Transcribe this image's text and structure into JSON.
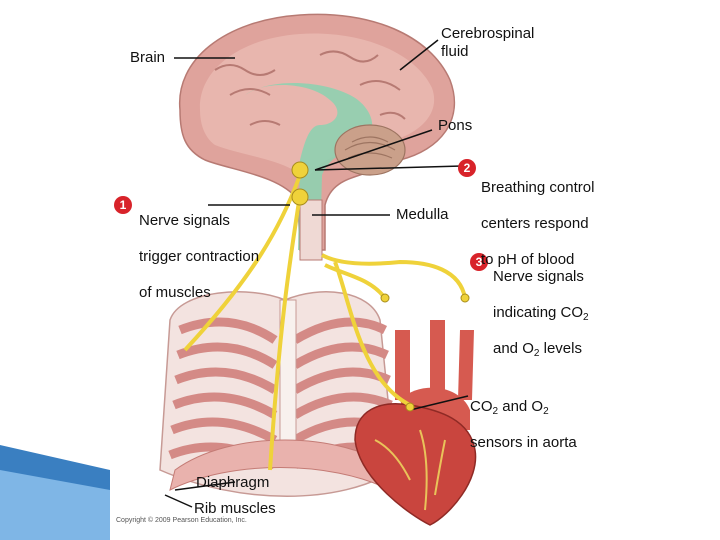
{
  "labels": {
    "brain": "Brain",
    "csf": "Cerebrospinal\nfluid",
    "pons": "Pons",
    "medulla": "Medulla",
    "diaphragm": "Diaphragm",
    "rib_muscles": "Rib muscles"
  },
  "steps": [
    {
      "number": "1",
      "lines": [
        "Nerve signals",
        "trigger contraction",
        "of muscles"
      ]
    },
    {
      "number": "2",
      "lines": [
        "Breathing control",
        "centers respond",
        "to pH of blood"
      ]
    },
    {
      "number": "3",
      "text_1": "Nerve signals",
      "text_2": "indicating CO",
      "sub_1": "2",
      "text_3": "and O",
      "sub_2": "2",
      "text_4": " levels"
    }
  ],
  "sensors": {
    "text_1": "CO",
    "sub_1": "2",
    "text_2": " and O",
    "sub_2": "2",
    "text_3": "sensors in aorta"
  },
  "copyright": "Copyright © 2009 Pearson Education, Inc.",
  "colors": {
    "brain": "#e3a9a3",
    "csf": "#8fd0b0",
    "nerve": "#efd23a",
    "rib": "#d48a86",
    "heart": "#c9453e",
    "step_badge": "#d8232a"
  }
}
